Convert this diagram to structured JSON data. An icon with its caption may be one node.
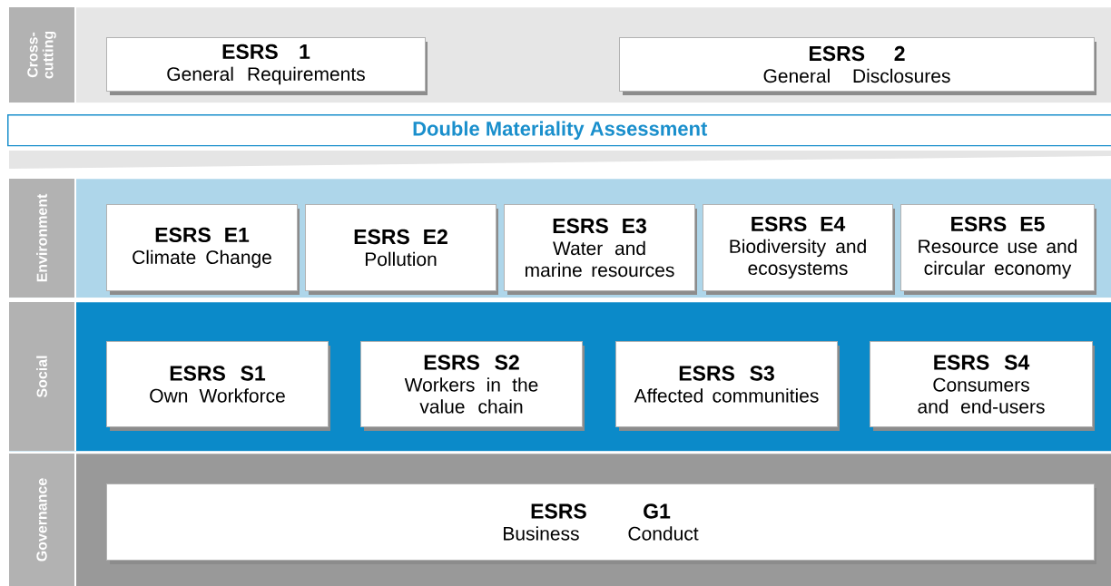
{
  "diagram": {
    "nodes": [
      {
        "text": [
          "Cross-cutting"
        ]
      },
      {
        "text": [
          "ESRS 1",
          "General Requirements"
        ],
        "in": 0
      },
      {
        "text": [
          "ESRS 2",
          "General Disclosures"
        ],
        "in": 0
      },
      {
        "text": [
          "Double Materiality Assessment"
        ]
      },
      {
        "text": [
          "Environment"
        ]
      },
      {
        "text": [
          "ESRS E1",
          "Climate Change"
        ],
        "in": 4
      },
      {
        "text": [
          "ESRS E2",
          "Pollution"
        ],
        "in": 4
      },
      {
        "text": [
          "ESRS E3",
          "Water and marine resources"
        ],
        "in": 4
      },
      {
        "text": [
          "ESRS E4",
          "Biodiversity and ecosystems"
        ],
        "in": 4
      },
      {
        "text": [
          "ESRS E5",
          "Resource use and circular economy"
        ],
        "in": 4
      },
      {
        "text": [
          "Social"
        ]
      },
      {
        "text": [
          "ESRS S1",
          "Own Workforce"
        ],
        "in": 10
      },
      {
        "text": [
          "ESRS S2",
          "Workers in the value chain"
        ],
        "in": 10
      },
      {
        "text": [
          "ESRS S3",
          "Affected communities"
        ],
        "in": 10
      },
      {
        "text": [
          "ESRS S4",
          "Consumers and end-users"
        ],
        "in": 10
      },
      {
        "text": [
          "Governance"
        ]
      },
      {
        "text": [
          "ESRS G1",
          "Business Conduct"
        ],
        "in": 15
      }
    ]
  }
}
